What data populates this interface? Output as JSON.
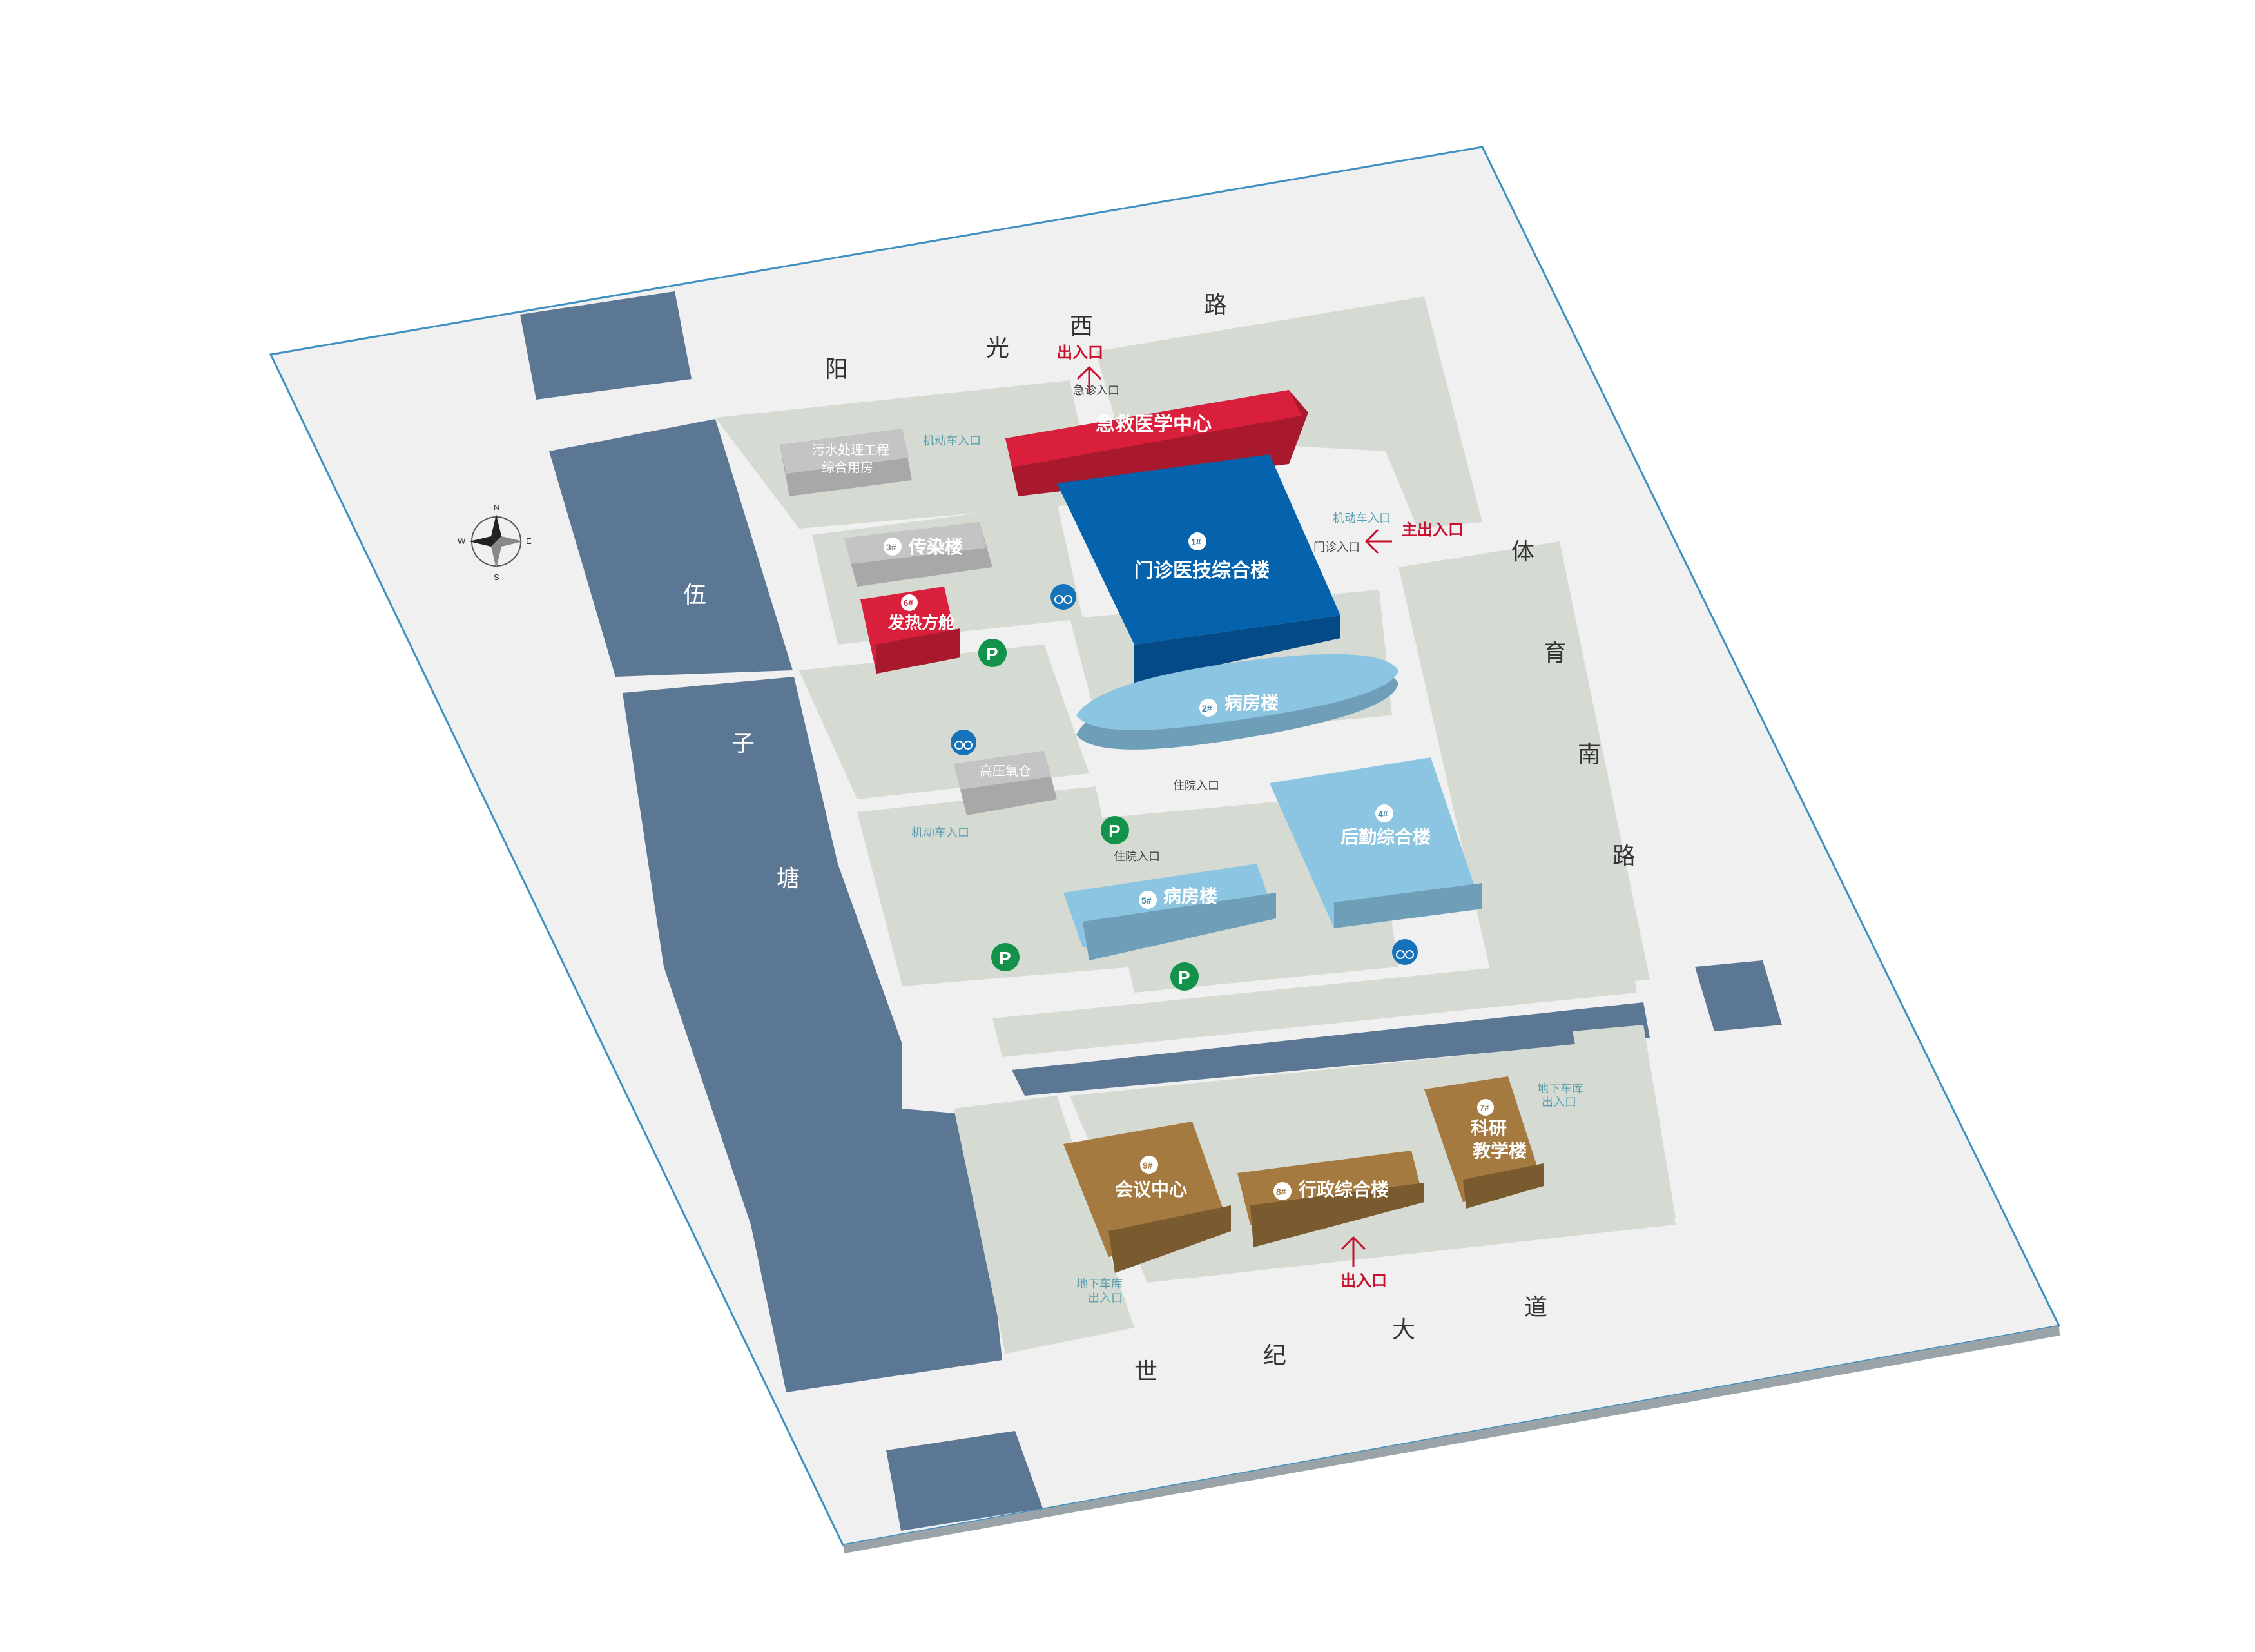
{
  "roads": {
    "north": [
      "阳",
      "光",
      "西",
      "路"
    ],
    "east": [
      "体",
      "育",
      "南",
      "路"
    ],
    "south": [
      "世",
      "纪",
      "大",
      "道"
    ],
    "west_water": [
      "伍",
      "子",
      "塘"
    ]
  },
  "compass": {
    "n": "N",
    "e": "E",
    "s": "S",
    "w": "W"
  },
  "buildings": {
    "emergency": "急救医学中心",
    "outpatient": {
      "badge": "1#",
      "name": "门诊医技综合楼"
    },
    "ward2": {
      "badge": "2#",
      "name": "病房楼"
    },
    "infectious": {
      "badge": "3#",
      "name": "传染楼"
    },
    "logistics": {
      "badge": "4#",
      "name": "后勤综合楼"
    },
    "ward5": {
      "badge": "5#",
      "name": "病房楼"
    },
    "fever": {
      "badge": "6#",
      "name": "发热方舱"
    },
    "research": {
      "badge": "7#",
      "name_line1": "科研",
      "name_line2": "教学楼"
    },
    "admin": {
      "badge": "8#",
      "name": "行政综合楼"
    },
    "conference": {
      "badge": "9#",
      "name": "会议中心"
    },
    "sewage_line1": "污水处理工程",
    "sewage_line2": "综合用房",
    "oxygen": "高压氧仓"
  },
  "entrances": {
    "north_exit": "出入口",
    "emergency_entry": "急诊入口",
    "vehicle_entry": "机动车入口",
    "main_entry": "主出入口",
    "outpatient_entry": "门诊入口",
    "inpatient_entry": "住院入口",
    "underground_line1": "地下车库",
    "underground_line2": "出入口",
    "south_exit": "出入口"
  },
  "icons": {
    "parking": "P",
    "bicycle": "bicycle-icon"
  },
  "colors": {
    "road": "#f0f0f0",
    "campus": "#d5dbd2",
    "water": "#5c7794",
    "red": "#d91f3c",
    "blue": "#0562ac",
    "lightblue": "#8cc5e1",
    "gray": "#b0b0b0",
    "brown": "#a57a40",
    "parking": "#12924a",
    "bike": "#1673b9",
    "accent_text": "#c8102e"
  }
}
